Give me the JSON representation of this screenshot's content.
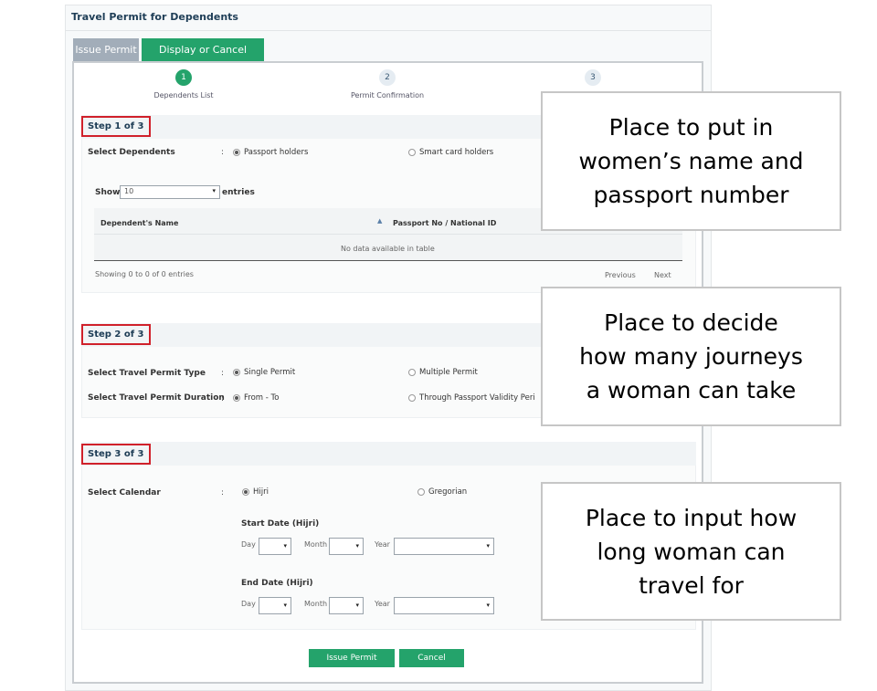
{
  "page": {
    "title": "Travel Permit for Dependents"
  },
  "tabs": [
    {
      "label": "Issue Permit"
    },
    {
      "label": "Display or Cancel Permit"
    }
  ],
  "stepper": [
    {
      "number": "1",
      "label": "Dependents List"
    },
    {
      "number": "2",
      "label": "Permit Confirmation"
    },
    {
      "number": "3",
      "label": ""
    }
  ],
  "step1": {
    "heading": "Step 1 of 3",
    "select_label": "Select Dependents",
    "colon": ":",
    "option_a": "Passport holders",
    "option_b": "Smart card holders",
    "show_label": "Show",
    "show_value": "10",
    "entries_label": "entries",
    "columns": [
      "Dependent's Name",
      "Passport No / National ID"
    ],
    "sort_icon": "▲",
    "empty_text": "No data available in table",
    "info_text": "Showing 0 to 0 of 0 entries",
    "prev_label": "Previous",
    "next_label": "Next"
  },
  "step2": {
    "heading": "Step 2 of 3",
    "type_label": "Select Travel Permit Type",
    "type_a": "Single Permit",
    "type_b": "Multiple Permit",
    "duration_label": "Select Travel Permit Duration",
    "duration_a": "From - To",
    "duration_b": "Through Passport Validity Peri"
  },
  "step3": {
    "heading": "Step 3 of 3",
    "calendar_label": "Select Calendar",
    "calendar_a": "Hijri",
    "calendar_b": "Gregorian",
    "start_label": "Start Date (Hijri)",
    "end_label": "End Date (Hijri)",
    "start_day": "Day",
    "end_day": "Day",
    "month": "Month",
    "year": "Year",
    "chevron": "▾"
  },
  "buttons": {
    "issue": "Issue Permit",
    "cancel": "Cancel"
  },
  "callouts": [
    {
      "lines": [
        "Place to put in",
        "women’s name and",
        "passport number"
      ]
    },
    {
      "lines": [
        "Place to decide",
        "how many journeys",
        "a woman can take"
      ]
    },
    {
      "lines": [
        "Place to input how",
        "long woman can",
        "travel for"
      ]
    }
  ],
  "colors": {
    "accent": "#24a36b",
    "highlight": "#d0202a",
    "tab_inactive": "#a2adb9"
  }
}
